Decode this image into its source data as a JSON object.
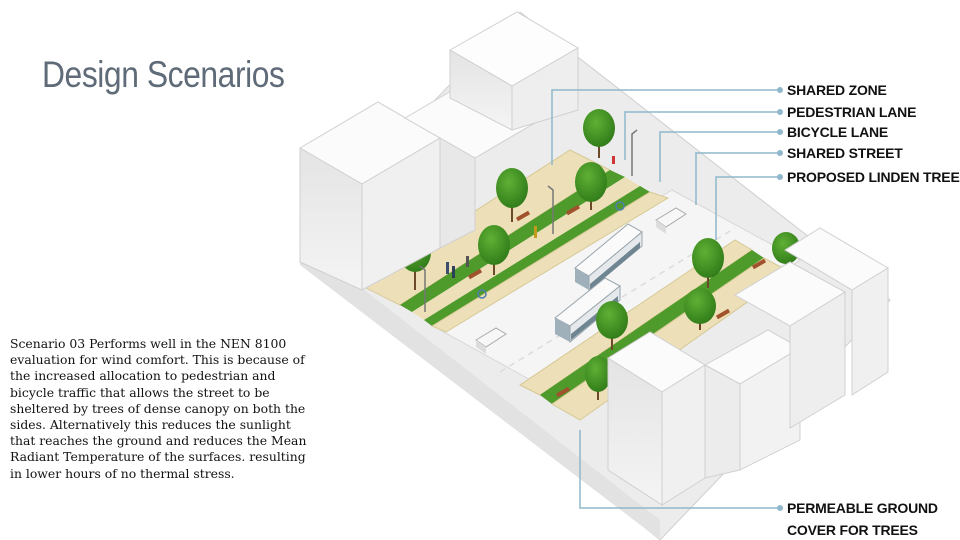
{
  "title": "Design Scenarios",
  "description": "Scenario 03 Performs well in the NEN 8100 evaluation for wind comfort. This is because of the increased allocation to pedestrian and bicycle traffic that allows the street to be sheltered by trees of dense canopy on both the sides. Alternatively this reduces the sunlight that reaches the ground and reduces the Mean Radiant Temperature of the surfaces. resulting in lower hours of no thermal stress.",
  "callouts": [
    {
      "label": "SHARED ZONE"
    },
    {
      "label": "PEDESTRIAN LANE"
    },
    {
      "label": "BICYCLE LANE"
    },
    {
      "label": "SHARED STREET"
    },
    {
      "label": "PROPOSED LINDEN TREES"
    },
    {
      "label_line1": "PERMEABLE GROUND",
      "label_line2": "COVER FOR TREES"
    }
  ],
  "colors": {
    "title": "#5f6b78",
    "callout_line": "#8fb8cc",
    "callout_dot": "#8fb8cc",
    "grass": "#4e9a2a",
    "sand": "#ede0b8",
    "tree": "#3e8c22",
    "building": "#f2f2f2",
    "road": "#f5f5f5"
  }
}
